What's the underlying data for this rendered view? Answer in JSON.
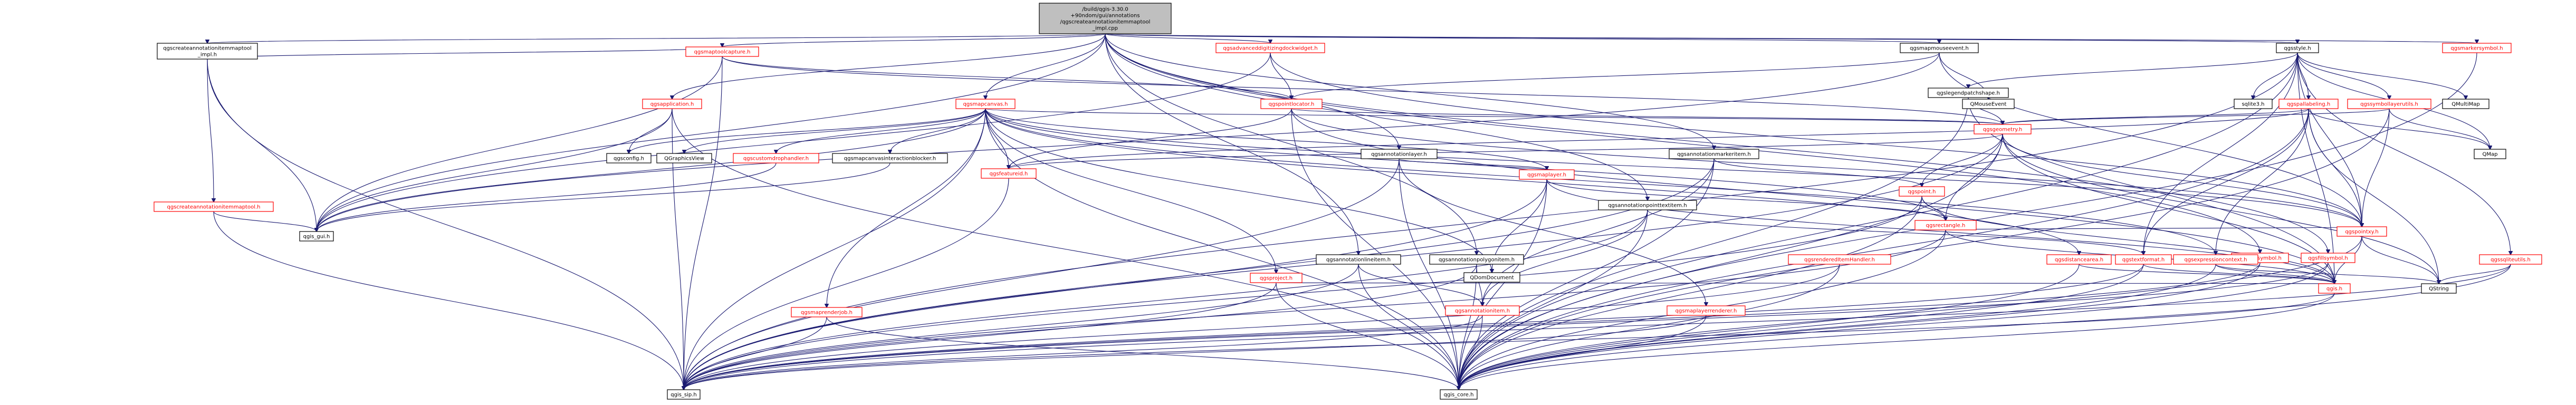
{
  "title": "qgscreateannotationitemmaptool_impl.cpp include dependency graph",
  "colors": {
    "root_fill": "#bfbfbf",
    "edge": "#191970",
    "border": "#000000",
    "truncated_border": "#ff0000"
  },
  "nodes": [
    {
      "id": "root",
      "lines": [
        "/build/qgis-3.30.0",
        "+90ndom/gui/annotations",
        "/qgscreateannotationitemmaptool",
        "_impl.cpp"
      ],
      "kind": "root"
    },
    {
      "id": "cai_impl_h",
      "lines": [
        "qgscreateannotationitemmaptool",
        "_impl.h"
      ],
      "kind": "normal"
    },
    {
      "id": "cai_tool_h",
      "lines": [
        "qgscreateannotationitemmaptool.h"
      ],
      "kind": "truncated"
    },
    {
      "id": "gui_h",
      "lines": [
        "qgis_gui.h"
      ],
      "kind": "normal"
    },
    {
      "id": "sip_h",
      "lines": [
        "qgis_sip.h"
      ],
      "kind": "normal"
    },
    {
      "id": "core_h",
      "lines": [
        "qgis_core.h"
      ],
      "kind": "normal"
    },
    {
      "id": "maptoolcapture_h",
      "lines": [
        "qgsmaptoolcapture.h"
      ],
      "kind": "truncated"
    },
    {
      "id": "application_h",
      "lines": [
        "qgsapplication.h"
      ],
      "kind": "truncated"
    },
    {
      "id": "mapcanvas_h",
      "lines": [
        "qgsmapcanvas.h"
      ],
      "kind": "truncated"
    },
    {
      "id": "advdig_h",
      "lines": [
        "qgsadvanceddigitizingdockwidget.h"
      ],
      "kind": "truncated"
    },
    {
      "id": "pointlocator_h",
      "lines": [
        "qgspointlocator.h"
      ],
      "kind": "truncated"
    },
    {
      "id": "annotationlayer_h",
      "lines": [
        "qgsannotationlayer.h"
      ],
      "kind": "normal"
    },
    {
      "id": "annotationmarkeritem_h",
      "lines": [
        "qgsannotationmarkeritem.h"
      ],
      "kind": "normal"
    },
    {
      "id": "annotationpointtextitem_h",
      "lines": [
        "qgsannotationpointtextitem.h"
      ],
      "kind": "normal"
    },
    {
      "id": "annotationlineitem_h",
      "lines": [
        "qgsannotationlineitem.h"
      ],
      "kind": "normal"
    },
    {
      "id": "annotationpolygonitem_h",
      "lines": [
        "qgsannotationpolygonitem.h"
      ],
      "kind": "normal"
    },
    {
      "id": "mapmouseevent_h",
      "lines": [
        "qgsmapmouseevent.h"
      ],
      "kind": "normal"
    },
    {
      "id": "legendpatchshape_h",
      "lines": [
        "qgslegendpatchshape.h"
      ],
      "kind": "normal"
    },
    {
      "id": "geometry_h",
      "lines": [
        "qgsgeometry.h"
      ],
      "kind": "truncated"
    },
    {
      "id": "style_h",
      "lines": [
        "qgsstyle.h"
      ],
      "kind": "normal"
    },
    {
      "id": "markersymbol_h",
      "lines": [
        "qgsmarkersymbol.h"
      ],
      "kind": "truncated"
    },
    {
      "id": "linesymbol_h",
      "lines": [
        "qgslinesymbol.h"
      ],
      "kind": "truncated"
    },
    {
      "id": "fillsymbol_h",
      "lines": [
        "qgsfillsymbol.h"
      ],
      "kind": "truncated"
    },
    {
      "id": "config_h",
      "lines": [
        "qgsconfig.h"
      ],
      "kind": "normal"
    },
    {
      "id": "qgraphicsview",
      "lines": [
        "QGraphicsView"
      ],
      "kind": "normal"
    },
    {
      "id": "customdrophandler_h",
      "lines": [
        "qgscustomdrophandler.h"
      ],
      "kind": "truncated"
    },
    {
      "id": "canvasinteractionblocker_h",
      "lines": [
        "qgsmapcanvasinteractionblocker.h"
      ],
      "kind": "normal"
    },
    {
      "id": "featureid_h",
      "lines": [
        "qgsfeatureid.h"
      ],
      "kind": "truncated"
    },
    {
      "id": "maplayer_h",
      "lines": [
        "qgsmaplayer.h"
      ],
      "kind": "truncated"
    },
    {
      "id": "point_h",
      "lines": [
        "qgspoint.h"
      ],
      "kind": "truncated"
    },
    {
      "id": "rectangle_h",
      "lines": [
        "qgsrectangle.h"
      ],
      "kind": "truncated"
    },
    {
      "id": "qdomdocument",
      "lines": [
        "QDomDocument"
      ],
      "kind": "normal"
    },
    {
      "id": "project_h",
      "lines": [
        "qgsproject.h"
      ],
      "kind": "truncated"
    },
    {
      "id": "maprenderjob_h",
      "lines": [
        "qgsmaprenderjob.h"
      ],
      "kind": "truncated"
    },
    {
      "id": "annotationitem_h",
      "lines": [
        "qgsannotationitem.h"
      ],
      "kind": "truncated"
    },
    {
      "id": "maplayerrenderer_h",
      "lines": [
        "qgsmaplayerrenderer.h"
      ],
      "kind": "truncated"
    },
    {
      "id": "vertexidhandler_h",
      "lines": [
        "qgsrenderedItemHandler.h"
      ],
      "kind": "truncated"
    },
    {
      "id": "distancearea_h",
      "lines": [
        "qgsdistancearea.h"
      ],
      "kind": "truncated"
    },
    {
      "id": "textformat_h",
      "lines": [
        "qgstextformat.h"
      ],
      "kind": "truncated"
    },
    {
      "id": "gpsprocesscontext_h",
      "lines": [
        "qgsexpressioncontext.h"
      ],
      "kind": "truncated"
    },
    {
      "id": "pointxy_h",
      "lines": [
        "qgspointxy.h"
      ],
      "kind": "truncated"
    },
    {
      "id": "qgis_h",
      "lines": [
        "qgis.h"
      ],
      "kind": "truncated"
    },
    {
      "id": "qstring",
      "lines": [
        "QString"
      ],
      "kind": "normal"
    },
    {
      "id": "qmouseevent",
      "lines": [
        "QMouseEvent"
      ],
      "kind": "normal"
    },
    {
      "id": "sqlite3_h",
      "lines": [
        "sqlite3.h"
      ],
      "kind": "normal"
    },
    {
      "id": "pallabeling_h",
      "lines": [
        "qgspallabeling.h"
      ],
      "kind": "truncated"
    },
    {
      "id": "symbollayerutils_h",
      "lines": [
        "qgssymbollayerutils.h"
      ],
      "kind": "truncated"
    },
    {
      "id": "qmultimap",
      "lines": [
        "QMultiMap"
      ],
      "kind": "normal"
    },
    {
      "id": "qmap",
      "lines": [
        "QMap"
      ],
      "kind": "normal"
    },
    {
      "id": "sqliteutils_h",
      "lines": [
        "qgssqliteutils.h"
      ],
      "kind": "truncated"
    }
  ],
  "edges": [
    [
      "root",
      "cai_impl_h"
    ],
    [
      "root",
      "maptoolcapture_h"
    ],
    [
      "root",
      "application_h"
    ],
    [
      "root",
      "mapcanvas_h"
    ],
    [
      "root",
      "advdig_h"
    ],
    [
      "root",
      "annotationlayer_h"
    ],
    [
      "root",
      "annotationmarkeritem_h"
    ],
    [
      "root",
      "annotationpointtextitem_h"
    ],
    [
      "root",
      "annotationlineitem_h"
    ],
    [
      "root",
      "annotationpolygonitem_h"
    ],
    [
      "root",
      "mapmouseevent_h"
    ],
    [
      "root",
      "style_h"
    ],
    [
      "root",
      "markersymbol_h"
    ],
    [
      "root",
      "linesymbol_h"
    ],
    [
      "root",
      "fillsymbol_h"
    ],
    [
      "root",
      "gui_h"
    ],
    [
      "cai_impl_h",
      "cai_tool_h"
    ],
    [
      "cai_impl_h",
      "maptoolcapture_h"
    ],
    [
      "cai_impl_h",
      "gui_h"
    ],
    [
      "cai_impl_h",
      "sip_h"
    ],
    [
      "cai_tool_h",
      "gui_h"
    ],
    [
      "cai_tool_h",
      "sip_h"
    ],
    [
      "maptoolcapture_h",
      "gui_h"
    ],
    [
      "maptoolcapture_h",
      "pointlocator_h"
    ],
    [
      "maptoolcapture_h",
      "geometry_h"
    ],
    [
      "maptoolcapture_h",
      "sip_h"
    ],
    [
      "application_h",
      "config_h"
    ],
    [
      "application_h",
      "gui_h"
    ],
    [
      "application_h",
      "sip_h"
    ],
    [
      "application_h",
      "core_h"
    ],
    [
      "mapcanvas_h",
      "config_h"
    ],
    [
      "mapcanvas_h",
      "qgraphicsview"
    ],
    [
      "mapcanvas_h",
      "customdrophandler_h"
    ],
    [
      "mapcanvas_h",
      "canvasinteractionblocker_h"
    ],
    [
      "mapcanvas_h",
      "featureid_h"
    ],
    [
      "mapcanvas_h",
      "maplayer_h"
    ],
    [
      "mapcanvas_h",
      "rectangle_h"
    ],
    [
      "mapcanvas_h",
      "maprenderjob_h"
    ],
    [
      "mapcanvas_h",
      "project_h"
    ],
    [
      "mapcanvas_h",
      "distancearea_h"
    ],
    [
      "mapcanvas_h",
      "gpsprocesscontext_h"
    ],
    [
      "mapcanvas_h",
      "pointxy_h"
    ],
    [
      "mapcanvas_h",
      "qdomdocument"
    ],
    [
      "mapcanvas_h",
      "gui_h"
    ],
    [
      "mapcanvas_h",
      "sip_h"
    ],
    [
      "mapcanvas_h",
      "core_h"
    ],
    [
      "mapcanvas_h",
      "geometry_h"
    ],
    [
      "advdig_h",
      "gui_h"
    ],
    [
      "advdig_h",
      "pointlocator_h"
    ],
    [
      "advdig_h",
      "pointxy_h"
    ],
    [
      "pointlocator_h",
      "geometry_h"
    ],
    [
      "pointlocator_h",
      "pointxy_h"
    ],
    [
      "pointlocator_h",
      "qgis_h"
    ],
    [
      "pointlocator_h",
      "core_h"
    ],
    [
      "pointlocator_h",
      "featureid_h"
    ],
    [
      "annotationlayer_h",
      "maplayer_h"
    ],
    [
      "annotationlayer_h",
      "maplayerrenderer_h"
    ],
    [
      "annotationlayer_h",
      "sip_h"
    ],
    [
      "annotationlayer_h",
      "core_h"
    ],
    [
      "annotationmarkeritem_h",
      "point_h"
    ],
    [
      "annotationmarkeritem_h",
      "annotationitem_h"
    ],
    [
      "annotationmarkeritem_h",
      "core_h"
    ],
    [
      "annotationmarkeritem_h",
      "sip_h"
    ],
    [
      "annotationpointtextitem_h",
      "textformat_h"
    ],
    [
      "annotationpointtextitem_h",
      "annotationitem_h"
    ],
    [
      "annotationpointtextitem_h",
      "core_h"
    ],
    [
      "annotationpointtextitem_h",
      "sip_h"
    ],
    [
      "annotationlineitem_h",
      "annotationitem_h"
    ],
    [
      "annotationlineitem_h",
      "core_h"
    ],
    [
      "annotationlineitem_h",
      "sip_h"
    ],
    [
      "annotationpolygonitem_h",
      "annotationitem_h"
    ],
    [
      "annotationpolygonitem_h",
      "core_h"
    ],
    [
      "annotationpolygonitem_h",
      "sip_h"
    ],
    [
      "mapmouseevent_h",
      "pointlocator_h"
    ],
    [
      "mapmouseevent_h",
      "qmouseevent"
    ],
    [
      "mapmouseevent_h",
      "pointxy_h"
    ],
    [
      "mapmouseevent_h",
      "gui_h"
    ],
    [
      "legendpatchshape_h",
      "geometry_h"
    ],
    [
      "legendpatchshape_h",
      "core_h"
    ],
    [
      "legendpatchshape_h",
      "qgis_h"
    ],
    [
      "geometry_h",
      "point_h"
    ],
    [
      "geometry_h",
      "featureid_h"
    ],
    [
      "geometry_h",
      "pointxy_h"
    ],
    [
      "geometry_h",
      "rectangle_h"
    ],
    [
      "geometry_h",
      "qgis_h"
    ],
    [
      "geometry_h",
      "sip_h"
    ],
    [
      "geometry_h",
      "core_h"
    ],
    [
      "geometry_h",
      "qstring"
    ],
    [
      "point_h",
      "rectangle_h"
    ],
    [
      "point_h",
      "qgis_h"
    ],
    [
      "point_h",
      "core_h"
    ],
    [
      "point_h",
      "sip_h"
    ],
    [
      "rectangle_h",
      "pointxy_h"
    ],
    [
      "rectangle_h",
      "qgis_h"
    ],
    [
      "rectangle_h",
      "core_h"
    ],
    [
      "rectangle_h",
      "sip_h"
    ],
    [
      "maplayer_h",
      "rectangle_h"
    ],
    [
      "maplayer_h",
      "qdomdocument"
    ],
    [
      "maplayer_h",
      "qgis_h"
    ],
    [
      "maplayer_h",
      "core_h"
    ],
    [
      "maplayer_h",
      "sip_h"
    ],
    [
      "project_h",
      "qgis_h"
    ],
    [
      "project_h",
      "core_h"
    ],
    [
      "project_h",
      "sip_h"
    ],
    [
      "maprenderjob_h",
      "core_h"
    ],
    [
      "maprenderjob_h",
      "sip_h"
    ],
    [
      "annotationitem_h",
      "core_h"
    ],
    [
      "annotationitem_h",
      "sip_h"
    ],
    [
      "maplayerrenderer_h",
      "core_h"
    ],
    [
      "maplayerrenderer_h",
      "sip_h"
    ],
    [
      "vertexidhandler_h",
      "core_h"
    ],
    [
      "vertexidhandler_h",
      "sip_h"
    ],
    [
      "distancearea_h",
      "qgis_h"
    ],
    [
      "distancearea_h",
      "core_h"
    ],
    [
      "textformat_h",
      "qgis_h"
    ],
    [
      "textformat_h",
      "core_h"
    ],
    [
      "textformat_h",
      "sip_h"
    ],
    [
      "gpsprocesscontext_h",
      "qgis_h"
    ],
    [
      "gpsprocesscontext_h",
      "core_h"
    ],
    [
      "gpsprocesscontext_h",
      "qstring"
    ],
    [
      "pointxy_h",
      "qgis_h"
    ],
    [
      "pointxy_h",
      "core_h"
    ],
    [
      "pointxy_h",
      "qstring"
    ],
    [
      "qgis_h",
      "core_h"
    ],
    [
      "qgis_h",
      "sip_h"
    ],
    [
      "style_h",
      "legendpatchshape_h"
    ],
    [
      "style_h",
      "sqlite3_h"
    ],
    [
      "style_h",
      "pallabeling_h"
    ],
    [
      "style_h",
      "symbollayerutils_h"
    ],
    [
      "style_h",
      "qmultimap"
    ],
    [
      "style_h",
      "qmap"
    ],
    [
      "style_h",
      "sqliteutils_h"
    ],
    [
      "style_h",
      "textformat_h"
    ],
    [
      "style_h",
      "qgis_h"
    ],
    [
      "style_h",
      "core_h"
    ],
    [
      "style_h",
      "sip_h"
    ],
    [
      "style_h",
      "pointxy_h"
    ],
    [
      "pallabeling_h",
      "geometry_h"
    ],
    [
      "pallabeling_h",
      "featureid_h"
    ],
    [
      "pallabeling_h",
      "textformat_h"
    ],
    [
      "pallabeling_h",
      "gpsprocesscontext_h"
    ],
    [
      "pallabeling_h",
      "pointxy_h"
    ],
    [
      "pallabeling_h",
      "core_h"
    ],
    [
      "pallabeling_h",
      "qstring"
    ],
    [
      "pallabeling_h",
      "qmap"
    ],
    [
      "symbollayerutils_h",
      "qmap"
    ],
    [
      "symbollayerutils_h",
      "core_h"
    ],
    [
      "symbollayerutils_h",
      "geometry_h"
    ],
    [
      "symbollayerutils_h",
      "pointxy_h"
    ],
    [
      "sqliteutils_h",
      "qstring"
    ],
    [
      "sqliteutils_h",
      "core_h"
    ],
    [
      "sqliteutils_h",
      "sip_h"
    ],
    [
      "markersymbol_h",
      "core_h"
    ],
    [
      "linesymbol_h",
      "core_h"
    ],
    [
      "linesymbol_h",
      "sip_h"
    ],
    [
      "fillsymbol_h",
      "core_h"
    ],
    [
      "fillsymbol_h",
      "sip_h"
    ],
    [
      "customdrophandler_h",
      "gui_h"
    ],
    [
      "canvasinteractionblocker_h",
      "gui_h"
    ],
    [
      "featureid_h",
      "sip_h"
    ]
  ]
}
